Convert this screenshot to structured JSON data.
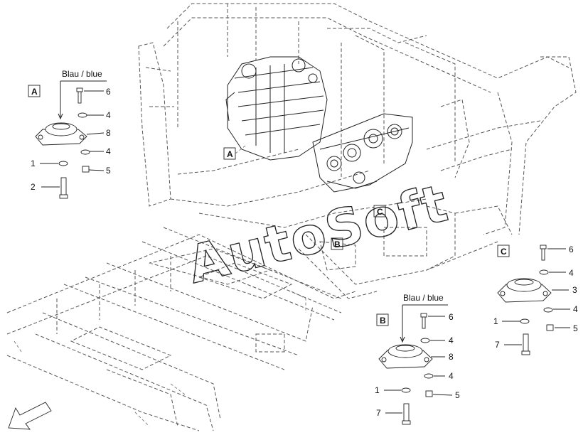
{
  "labels": {
    "color_note": "Blau / blue",
    "callout_a": "A",
    "callout_b": "B",
    "callout_c": "C",
    "watermark": "AutoSoft"
  },
  "detail_a": {
    "items": [
      "6",
      "4",
      "8",
      "4",
      "5",
      "1",
      "2"
    ]
  },
  "detail_b": {
    "items": [
      "6",
      "4",
      "8",
      "4",
      "5",
      "1",
      "7"
    ]
  },
  "detail_c": {
    "items": [
      "6",
      "4",
      "3",
      "4",
      "5",
      "1",
      "7"
    ]
  }
}
